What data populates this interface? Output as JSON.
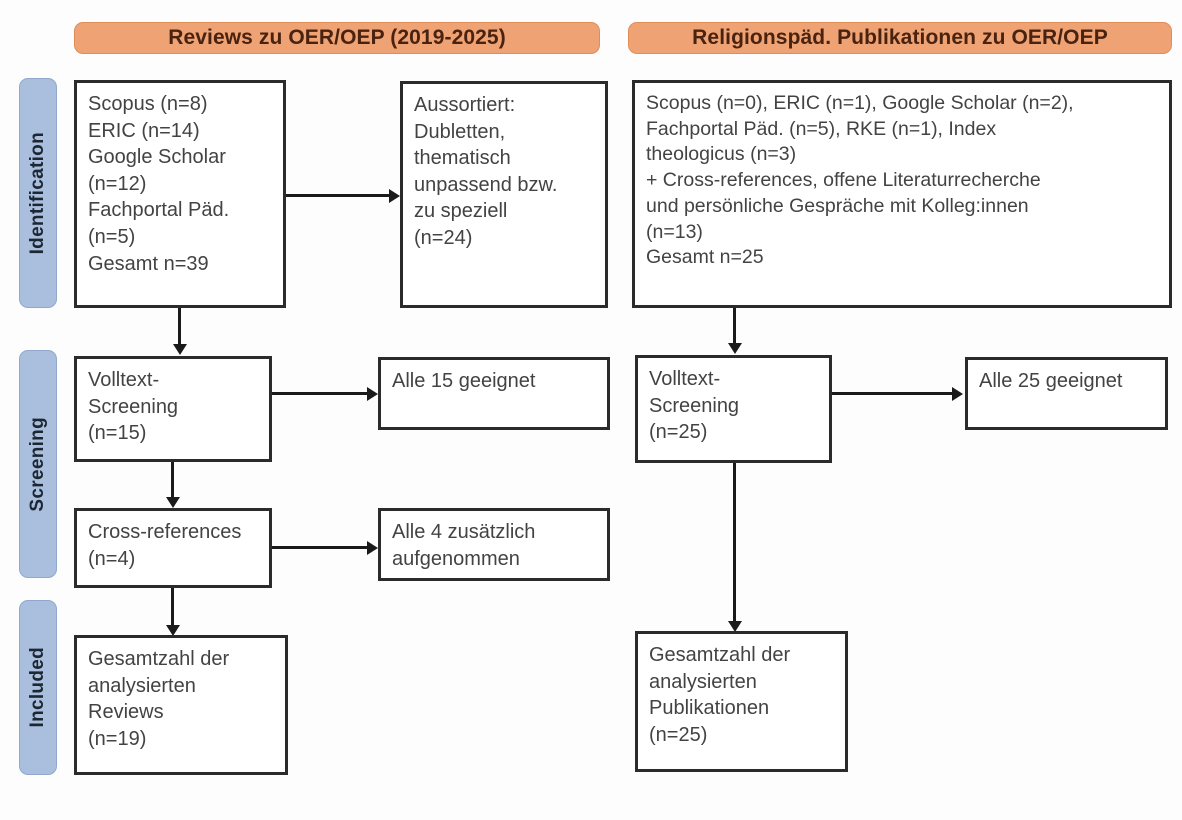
{
  "diagram": {
    "type": "prisma-flow-diagram",
    "columns": [
      {
        "id": "reviews",
        "header": "Reviews zu OER/OEP (2019-2025)"
      },
      {
        "id": "religionspaed",
        "header": "Religionspäd. Publikationen zu OER/OEP"
      }
    ],
    "phases": [
      {
        "id": "identification",
        "label": "Identification"
      },
      {
        "id": "screening",
        "label": "Screening"
      },
      {
        "id": "included",
        "label": "Included"
      }
    ],
    "boxes": {
      "left_identification": "Scopus (n=8)\nERIC (n=14)\nGoogle Scholar\n(n=12)\nFachportal Päd.\n(n=5)\nGesamt n=39",
      "left_excluded": "Aussortiert:\nDubletten,\nthematisch\nunpassend bzw.\nzu speziell\n(n=24)",
      "left_screening": "Volltext-\nScreening\n(n=15)",
      "left_screening_side": "Alle 15 geeignet",
      "left_crossrefs": "Cross-references\n(n=4)",
      "left_crossrefs_side": "Alle 4 zusätzlich\naufgenommen",
      "left_included": "Gesamtzahl der\nanalysierten\nReviews\n(n=19)",
      "right_identification": "Scopus (n=0), ERIC (n=1), Google Scholar (n=2),\nFachportal Päd. (n=5), RKE (n=1), Index\ntheologicus (n=3)\n+ Cross-references, offene Literaturrecherche\nund persönliche Gespräche mit Kolleg:innen\n(n=13)\nGesamt n=25",
      "right_screening": "Volltext-\nScreening\n(n=25)",
      "right_screening_side": "Alle 25 geeignet",
      "right_included": "Gesamtzahl der\nanalysierten\nPublikationen\n(n=25)"
    },
    "colors": {
      "header_bar": "#efa273",
      "header_text": "#4a2310",
      "phase_bar": "#aabfdd",
      "phase_text": "#1d2733",
      "box_border": "#2b2b2b",
      "box_text": "#434343",
      "connector": "#1a1a1a",
      "background": "#ffffff"
    }
  }
}
